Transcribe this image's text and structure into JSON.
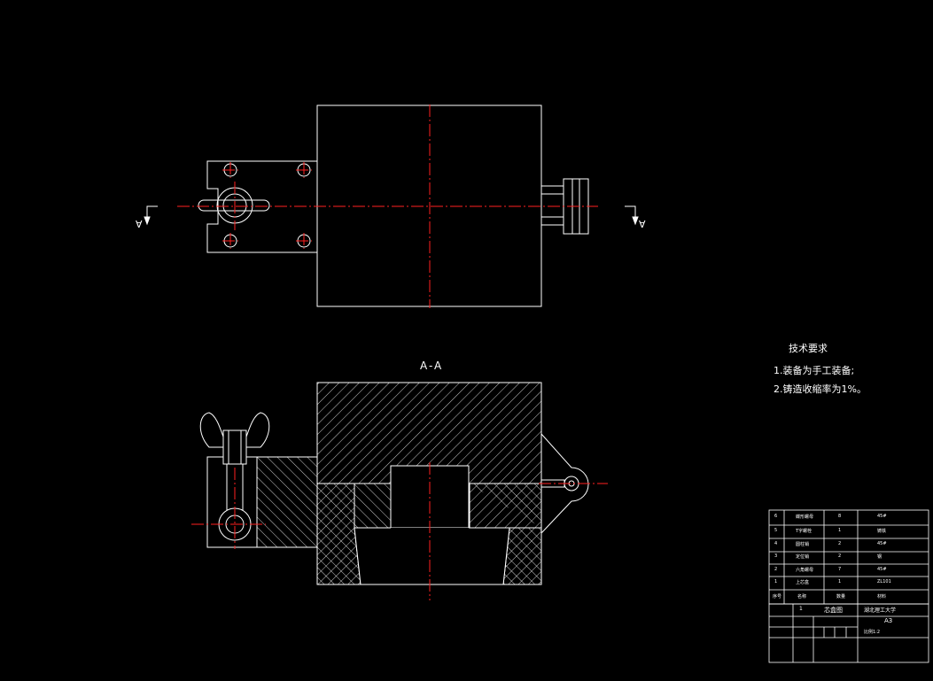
{
  "section_view": {
    "title": "A-A"
  },
  "section_marks": {
    "left": "A",
    "right": "A"
  },
  "tech_requirements": {
    "title": "技术要求",
    "items": [
      "1.装备为手工装备;",
      "2.铸造收缩率为1%。"
    ]
  },
  "bom": {
    "rows": [
      {
        "no": "6",
        "name": "蝶形螺母",
        "qty": "8",
        "material": "45#"
      },
      {
        "no": "5",
        "name": "T字螺栓",
        "qty": "1",
        "material": "铸铁"
      },
      {
        "no": "4",
        "name": "圆柱销",
        "qty": "2",
        "material": "45#"
      },
      {
        "no": "3",
        "name": "定位销",
        "qty": "2",
        "material": "钢"
      },
      {
        "no": "2",
        "name": "六角螺母",
        "qty": "7",
        "material": "45#"
      },
      {
        "no": "1",
        "name": "上芯盒",
        "qty": "1",
        "material": "ZL101"
      }
    ],
    "header": {
      "no": "序号",
      "name": "名称",
      "qty": "数量",
      "material": "材料"
    }
  },
  "title_block": {
    "drawing_name": "芯盒图",
    "school": "湖北理工大学",
    "sheet": "A3",
    "sheet_no": "1",
    "scale": "比例1:2"
  },
  "colors": {
    "outline": "#ffffff",
    "centerline": "#ff2020",
    "background": "#000000"
  }
}
